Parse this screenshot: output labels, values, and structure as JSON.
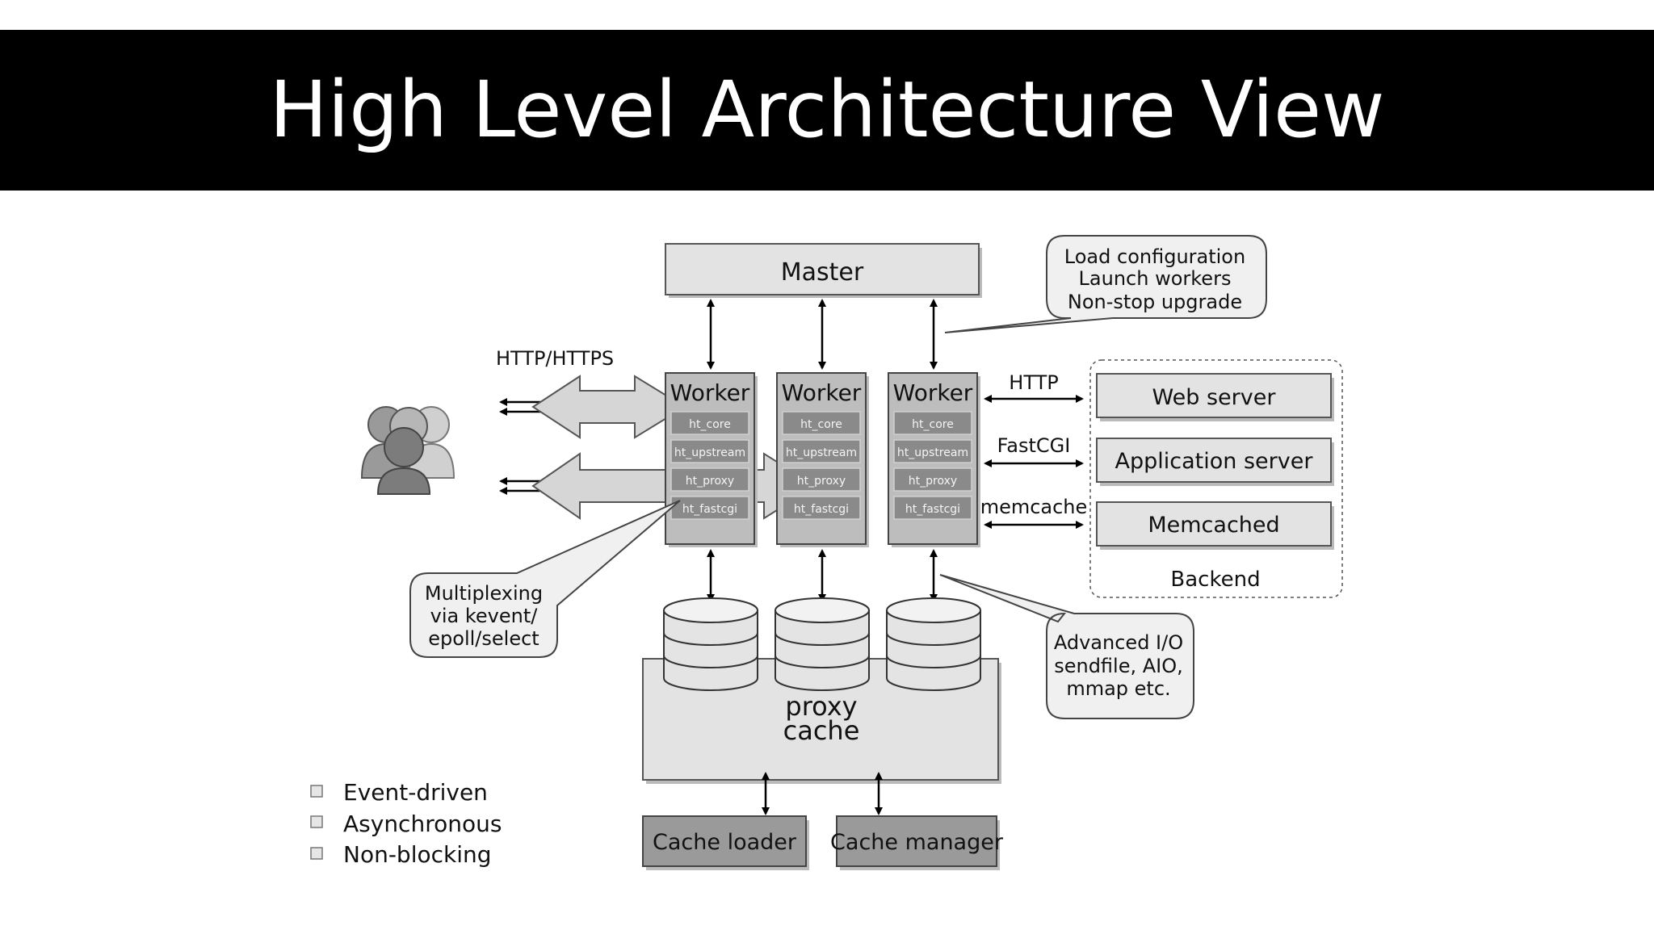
{
  "title": "High Level Architecture View",
  "master": {
    "label": "Master"
  },
  "callouts": {
    "master_tasks": [
      "Load configuration",
      "Launch workers",
      "Non-stop upgrade"
    ],
    "multiplexing": [
      "Multiplexing",
      "via kevent/",
      "epoll/select"
    ],
    "advanced_io": [
      "Advanced I/O",
      "sendfile, AIO,",
      "mmap etc."
    ]
  },
  "client_link": {
    "label": "HTTP/HTTPS"
  },
  "workers": [
    {
      "label": "Worker",
      "modules": [
        "ht_core",
        "ht_upstream",
        "ht_proxy",
        "ht_fastcgi"
      ]
    },
    {
      "label": "Worker",
      "modules": [
        "ht_core",
        "ht_upstream",
        "ht_proxy",
        "ht_fastcgi"
      ]
    },
    {
      "label": "Worker",
      "modules": [
        "ht_core",
        "ht_upstream",
        "ht_proxy",
        "ht_fastcgi"
      ]
    }
  ],
  "protocols": [
    "HTTP",
    "FastCGI",
    "memcache"
  ],
  "backend": {
    "label": "Backend",
    "servers": [
      "Web server",
      "Application server",
      "Memcached"
    ]
  },
  "proxy_cache": {
    "line1": "proxy",
    "line2": "cache"
  },
  "cache_processes": [
    "Cache loader",
    "Cache manager"
  ],
  "features": [
    "Event-driven",
    "Asynchronous",
    "Non-blocking"
  ],
  "colors": {
    "title_bar": "#000000",
    "title_text": "#ffffff",
    "box_fill": "#e3e3e3",
    "worker_fill": "#bdbdbd",
    "module_fill": "#8a8a8a"
  }
}
